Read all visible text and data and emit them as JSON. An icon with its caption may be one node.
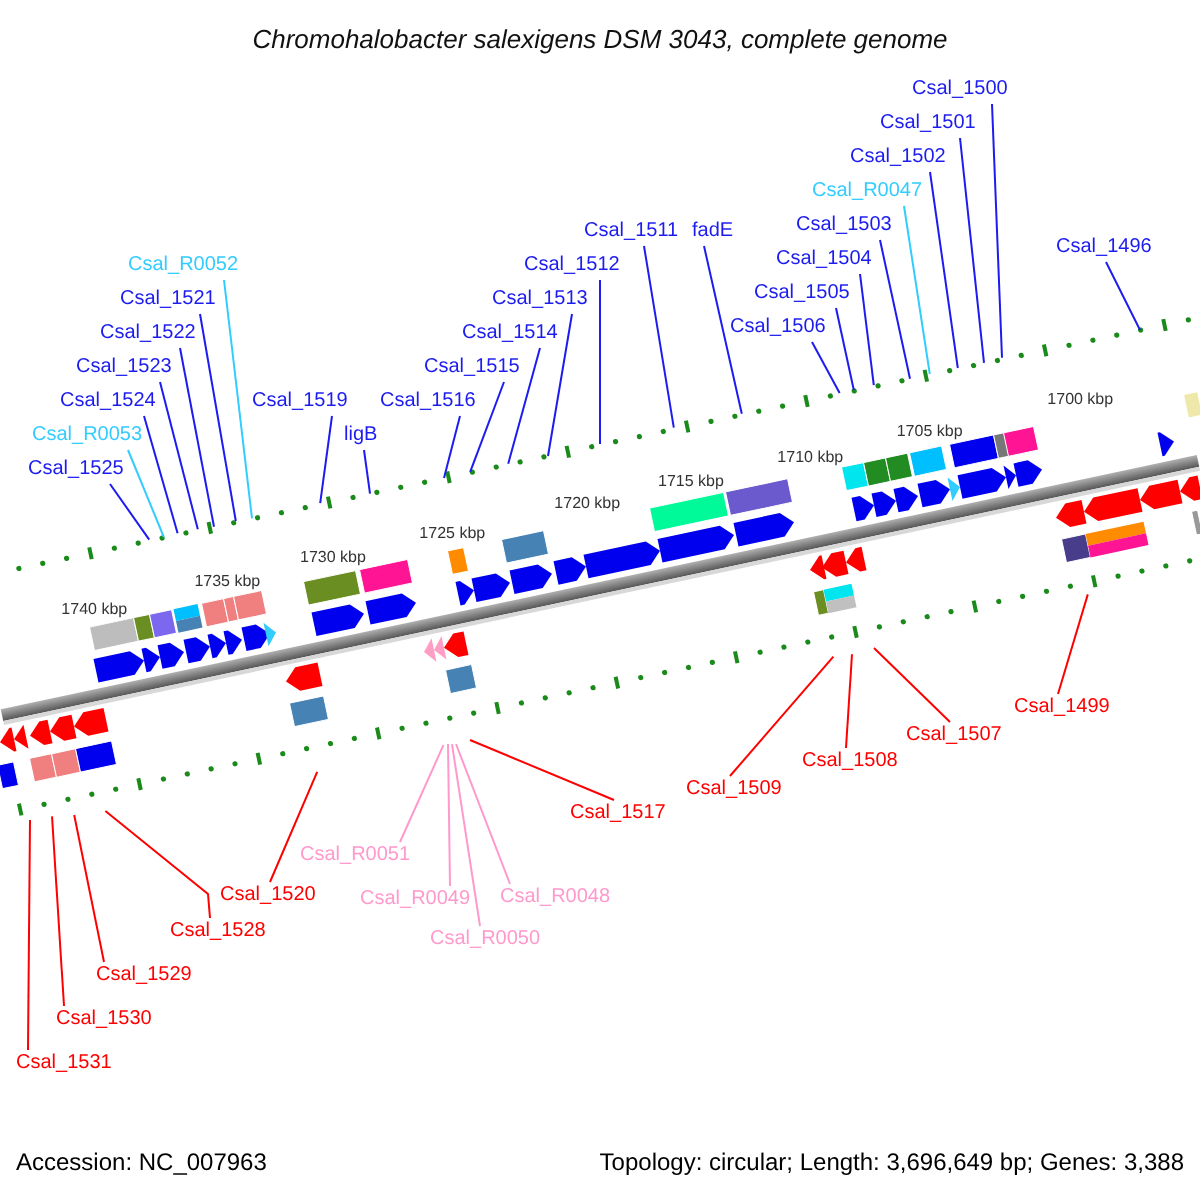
{
  "diagram": {
    "title": "Chromohalobacter salexigens DSM 3043, complete genome",
    "nodes": [
      {
        "text": [
          "Csal_1505"
        ]
      },
      {
        "text": [
          "Csal_R0047"
        ]
      },
      {
        "text": [
          "Csal_1502"
        ]
      },
      {
        "text": [
          "Csal_1501"
        ]
      },
      {
        "text": [
          "Csal_1496"
        ]
      },
      {
        "text": [
          "Csal_1504"
        ]
      },
      {
        "text": [
          "Csal_1500"
        ]
      },
      {
        "text": [
          "Csal_1524"
        ]
      },
      {
        "text": [
          "Csal_1503"
        ]
      },
      {
        "text": [
          "Csal_1514"
        ]
      },
      {
        "text": [
          "Csal_1523"
        ]
      },
      {
        "text": [
          "Csal_1506"
        ]
      },
      {
        "text": [
          "Csal_1511"
        ]
      },
      {
        "text": [
          "fadE"
        ]
      },
      {
        "text": [
          "Csal_1516"
        ]
      },
      {
        "text": [
          "Csal_1513"
        ]
      },
      {
        "text": [
          "Csal_1521"
        ]
      },
      {
        "text": [
          "Csal_1512"
        ]
      },
      {
        "text": [
          "Csal_1522"
        ]
      },
      {
        "text": [
          "Csal_1519"
        ]
      },
      {
        "text": [
          "Csal_1515"
        ]
      },
      {
        "text": [
          "ligB"
        ]
      },
      {
        "text": [
          "Csal_R0052"
        ]
      },
      {
        "text": [
          "Csal_R0053"
        ]
      },
      {
        "text": [
          "Csal_1525"
        ]
      },
      {
        "text": [
          "Csal_1499"
        ]
      },
      {
        "text": [
          "Csal_1507"
        ]
      },
      {
        "text": [
          "Csal_1508"
        ]
      },
      {
        "text": [
          "Csal_1509"
        ]
      },
      {
        "text": [
          "Csal_1517"
        ]
      },
      {
        "text": [
          "Csal_R0051"
        ]
      },
      {
        "text": [
          "Csal_1520"
        ]
      },
      {
        "text": [
          "Csal_R0048"
        ]
      },
      {
        "text": [
          "Csal_R0049"
        ]
      },
      {
        "text": [
          "Csal_1528"
        ]
      },
      {
        "text": [
          "Csal_R0050"
        ]
      },
      {
        "text": [
          "Csal_1529"
        ]
      },
      {
        "text": [
          "Csal_1530"
        ]
      },
      {
        "text": [
          "Csal_1531"
        ]
      }
    ],
    "edges": [
      {
        "from": 0,
        "to": null,
        "arrow": "none"
      },
      {
        "from": 1,
        "to": null,
        "arrow": "none",
        "color": "#33ccff"
      },
      {
        "from": 2,
        "to": null,
        "arrow": "none"
      },
      {
        "from": 3,
        "to": null,
        "arrow": "none"
      },
      {
        "from": 4,
        "to": null,
        "arrow": "none"
      },
      {
        "from": 5,
        "to": null,
        "arrow": "none"
      },
      {
        "from": 6,
        "to": null,
        "arrow": "none"
      },
      {
        "from": 7,
        "to": null,
        "arrow": "none"
      },
      {
        "from": 8,
        "to": null,
        "arrow": "none"
      },
      {
        "from": 9,
        "to": null,
        "arrow": "none"
      },
      {
        "from": 10,
        "to": null,
        "arrow": "none"
      },
      {
        "from": 11,
        "to": null,
        "arrow": "none"
      },
      {
        "from": 12,
        "to": null,
        "arrow": "none"
      },
      {
        "from": 13,
        "to": null,
        "arrow": "none"
      },
      {
        "from": 14,
        "to": null,
        "arrow": "none"
      },
      {
        "from": 15,
        "to": null,
        "arrow": "none"
      },
      {
        "from": 16,
        "to": null,
        "arrow": "none"
      },
      {
        "from": 17,
        "to": null,
        "arrow": "none"
      },
      {
        "from": 18,
        "to": null,
        "arrow": "none"
      },
      {
        "from": 19,
        "to": null,
        "arrow": "none"
      },
      {
        "from": 20,
        "to": null,
        "arrow": "none"
      },
      {
        "from": 21,
        "to": null,
        "arrow": "none"
      },
      {
        "from": 22,
        "to": null,
        "arrow": "none",
        "color": "#33ccff"
      },
      {
        "from": 23,
        "to": null,
        "arrow": "none",
        "color": "#33ccff"
      },
      {
        "from": 24,
        "to": null,
        "arrow": "none"
      },
      {
        "from": 25,
        "to": null,
        "arrow": "none",
        "color": "#ff0000"
      },
      {
        "from": 26,
        "to": null,
        "arrow": "none",
        "color": "#ff0000"
      },
      {
        "from": 27,
        "to": null,
        "arrow": "none",
        "color": "#ff0000"
      },
      {
        "from": 28,
        "to": null,
        "arrow": "none",
        "color": "#ff0000"
      },
      {
        "from": 29,
        "to": null,
        "arrow": "none",
        "color": "#ff0000"
      },
      {
        "from": 30,
        "to": null,
        "arrow": "none",
        "color": "#ff99cc"
      },
      {
        "from": 31,
        "to": null,
        "arrow": "none",
        "color": "#ff0000"
      },
      {
        "from": 32,
        "to": null,
        "arrow": "none",
        "color": "#ff99cc"
      },
      {
        "from": 33,
        "to": null,
        "arrow": "none",
        "color": "#ff99cc"
      },
      {
        "from": 34,
        "to": null,
        "arrow": "none",
        "color": "#ff0000"
      },
      {
        "from": 35,
        "to": null,
        "arrow": "none",
        "color": "#ff99cc"
      },
      {
        "from": 36,
        "to": null,
        "arrow": "none",
        "color": "#ff0000"
      },
      {
        "from": 37,
        "to": null,
        "arrow": "none",
        "color": "#ff0000"
      },
      {
        "from": 38,
        "to": null,
        "arrow": "none",
        "color": "#ff0000"
      }
    ],
    "labels": [
      "1740 kbp",
      "1735 kbp",
      "1730 kbp",
      "1725 kbp",
      "1720 kbp",
      "1715 kbp",
      "1710 kbp",
      "1705 kbp",
      "1700 kbp",
      "Accession: NC_007963",
      "Topology: circular; Length: 3,696,649 bp; Genes: 3,388"
    ]
  }
}
